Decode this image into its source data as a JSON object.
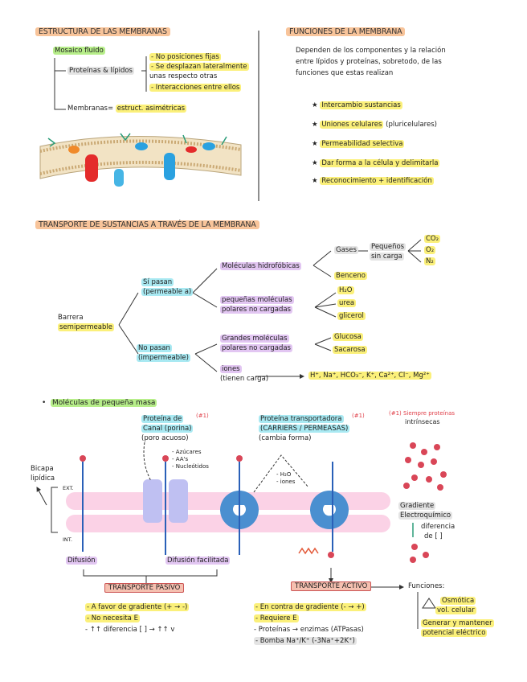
{
  "top_left": {
    "title": "ESTRUCTURA DE LAS MEMBRANAS",
    "mosaic": "Mosaico fluido",
    "prot_lip": "Proteínas & lípidos",
    "bullets": [
      "- No posiciones fijas",
      "- Se desplazan lateralmente",
      "  unas respecto otras",
      "- Interacciones entre ellos"
    ],
    "membranas_label": "Membranas=",
    "membranas_value": "estruct. asimétricas"
  },
  "top_right": {
    "title": "FUNCIONES DE LA MEMBRANA",
    "intro": [
      "Dependen de los componentes y la relación",
      "entre lípidos y proteínas, sobretodo, de las",
      "funciones que estas realizan"
    ],
    "functions": [
      "Intercambio sustancias",
      "Uniones celulares",
      "(pluricelulares)",
      "Permeabilidad selectiva",
      "Dar forma a la célula y delimitarla",
      "Reconocimiento + identificación"
    ]
  },
  "transport": {
    "title": "TRANSPORTE DE SUSTANCIAS A TRAVÉS DE LA MEMBRANA",
    "barrera": [
      "Barrera",
      "semipermeable"
    ],
    "si_pasan": [
      "Sí pasan",
      "(permeable a)"
    ],
    "no_pasan": [
      "No pasan",
      "(impermeable)"
    ],
    "hidrofobicas": "Moléculas hidrofóbicas",
    "gases": "Gases",
    "pequenos": [
      "Pequeños",
      "sin carga"
    ],
    "gas_list": [
      "CO₂",
      "O₂",
      "N₂"
    ],
    "benceno": "Benceno",
    "peq_polares": [
      "pequeñas moléculas",
      "polares no cargadas"
    ],
    "peq_list": [
      "H₂O",
      "urea",
      "glicerol"
    ],
    "grandes": [
      "Grandes moléculas",
      "polares no cargadas"
    ],
    "grandes_list": [
      "Glucosa",
      "Sacarosa"
    ],
    "iones": [
      "iones",
      "(tienen carga)"
    ],
    "iones_list": "H⁺, Na⁺, HCO₃⁻, K⁺, Ca²⁺, Cl⁻, Mg²⁺"
  },
  "small_molecules": {
    "bullet": "Moléculas de pequeña masa",
    "canal": [
      "Proteína de",
      "Canal (porina)",
      "(poro acuoso)"
    ],
    "canal_mark": "(#1)",
    "canal_list": [
      "- Azúcares",
      "- AA's",
      "- Nucleótidos"
    ],
    "transportadora": [
      "Proteína transportadora",
      "(CARRIERS / PERMEASAS)",
      "(cambia forma)"
    ],
    "trans_mark": "(#1)",
    "trans_list": [
      "- H₂O",
      "- iones"
    ],
    "siempre": [
      "(#1) Siempre proteínas",
      "intrínsecas"
    ],
    "bicapa": [
      "Bicapa",
      "lipídica"
    ],
    "ext": "EXT.",
    "int": "INT.",
    "gradiente": [
      "Gradiente",
      "Electroquímico"
    ],
    "diferencia": [
      "diferencia",
      "de [ ]"
    ],
    "difusion": "Difusión",
    "difusion_facil": "Difusión facilitada",
    "pasivo": "TRANSPORTE PASIVO",
    "activo": "TRANSPORTE ACTIVO",
    "pasivo_list": [
      "- A favor de gradiente (+ → -)",
      "- No necesita E",
      "- ↑↑ diferencia [ ] → ↑↑ v"
    ],
    "activo_list": [
      "- En contra de gradiente (- → +)",
      "- Requiere E",
      "- Proteínas → enzimas (ATPasas)",
      "- Bomba Na⁺/K⁺ (-3Na⁺+2K⁺)"
    ],
    "funciones": "Funciones:",
    "fun_list": [
      "Osmótica",
      "vol. celular",
      "Generar y mantener",
      "potencial eléctrico"
    ]
  }
}
